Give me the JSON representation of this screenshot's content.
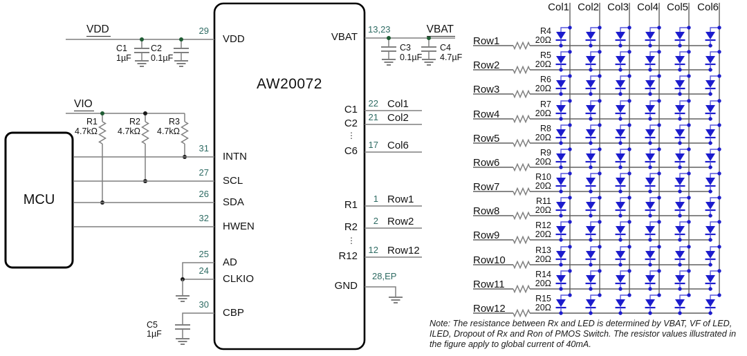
{
  "colors": {
    "wire_gray": "#7f7f7f",
    "matrix_line": "#5f5f5f",
    "pin_number_green": "#2e6b63",
    "junction_green": "#1f5c33",
    "junction_black": "#1a1a1a",
    "led_blue": "#1c1ccd",
    "led_wire_blue": "#5555dd",
    "outline_black": "#000000"
  },
  "mcu": {
    "label": "MCU"
  },
  "chip": {
    "name": "AW20072",
    "ellipsis": "⋮",
    "left_pins": [
      {
        "number": "29",
        "name": "VDD"
      },
      {
        "number": "31",
        "name": "INTN"
      },
      {
        "number": "27",
        "name": "SCL"
      },
      {
        "number": "26",
        "name": "SDA"
      },
      {
        "number": "32",
        "name": "HWEN"
      },
      {
        "number": "25",
        "name": "AD"
      },
      {
        "number": "24",
        "name": "CLKIO"
      },
      {
        "number": "30",
        "name": "CBP"
      }
    ],
    "right_pins": [
      {
        "number": "13,23",
        "name": "VBAT",
        "net": "VBAT"
      },
      {
        "number": "22",
        "name": "C1",
        "net": "Col1"
      },
      {
        "number": "21",
        "name": "C2",
        "net": "Col2"
      },
      {
        "number": "17",
        "name": "C6",
        "net": "Col6"
      },
      {
        "number": "1",
        "name": "R1",
        "net": "Row1"
      },
      {
        "number": "2",
        "name": "R2",
        "net": "Row2"
      },
      {
        "number": "12",
        "name": "R12",
        "net": "Row12"
      },
      {
        "number": "28,EP",
        "name": "GND"
      }
    ]
  },
  "power_nets": {
    "vdd": "VDD",
    "vio": "VIO",
    "vbat": "VBAT"
  },
  "capacitors": [
    {
      "ref": "C1",
      "value": "1µF"
    },
    {
      "ref": "C2",
      "value": "0.1µF"
    },
    {
      "ref": "C3",
      "value": "0.1µF"
    },
    {
      "ref": "C4",
      "value": "4.7µF"
    },
    {
      "ref": "C5",
      "value": "1µF"
    }
  ],
  "pullups": [
    {
      "ref": "R1",
      "value": "4.7kΩ"
    },
    {
      "ref": "R2",
      "value": "4.7kΩ"
    },
    {
      "ref": "R3",
      "value": "4.7kΩ"
    }
  ],
  "led_matrix": {
    "columns": [
      "Col1",
      "Col2",
      "Col3",
      "Col4",
      "Col5",
      "Col6"
    ],
    "rows": [
      {
        "label": "Row1",
        "res_ref": "R4",
        "res_value": "20Ω"
      },
      {
        "label": "Row2",
        "res_ref": "R5",
        "res_value": "20Ω"
      },
      {
        "label": "Row3",
        "res_ref": "R6",
        "res_value": "20Ω"
      },
      {
        "label": "Row4",
        "res_ref": "R7",
        "res_value": "20Ω"
      },
      {
        "label": "Row5",
        "res_ref": "R8",
        "res_value": "20Ω"
      },
      {
        "label": "Row6",
        "res_ref": "R9",
        "res_value": "20Ω"
      },
      {
        "label": "Row7",
        "res_ref": "R10",
        "res_value": "20Ω"
      },
      {
        "label": "Row8",
        "res_ref": "R11",
        "res_value": "20Ω"
      },
      {
        "label": "Row9",
        "res_ref": "R12",
        "res_value": "20Ω"
      },
      {
        "label": "Row10",
        "res_ref": "R13",
        "res_value": "20Ω"
      },
      {
        "label": "Row11",
        "res_ref": "R14",
        "res_value": "20Ω"
      },
      {
        "label": "Row12",
        "res_ref": "R15",
        "res_value": "20Ω"
      }
    ]
  },
  "note": {
    "line1": "Note: The resistance between Rx and LED is determined by VBAT, VF of LED,",
    "line2": "ILED, Dropout of Rx and Ron of PMOS Switch. The resistor values illustrated in",
    "line3": "the figure apply to global current of 40mA."
  }
}
